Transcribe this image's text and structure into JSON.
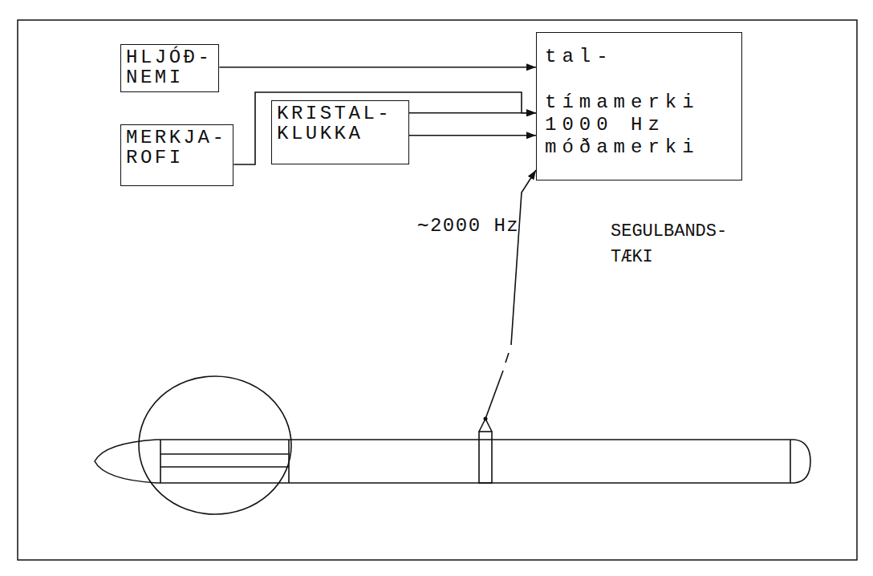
{
  "diagram": {
    "nodes": [
      {
        "text": [
          "HLJÓÐ- NEMI"
        ]
      },
      {
        "text": [
          "MERKJA- ROFI"
        ]
      },
      {
        "text": [
          "KRISTAL- KLUKKA"
        ]
      },
      {
        "text": [
          "tal-",
          "tímamerki",
          "1000 Hz",
          "móðamerki",
          "SEGULBANDS- TÆKI"
        ]
      }
    ],
    "edges": [
      {
        "from": 0,
        "to": 3,
        "arrow": "to"
      },
      {
        "from": 1,
        "to": 3,
        "arrow": "to"
      },
      {
        "from": 2,
        "to": 3,
        "arrow": "to"
      },
      {
        "from": 2,
        "to": 3,
        "arrow": "to"
      }
    ],
    "labels": [
      "∼2000 Hz"
    ]
  }
}
